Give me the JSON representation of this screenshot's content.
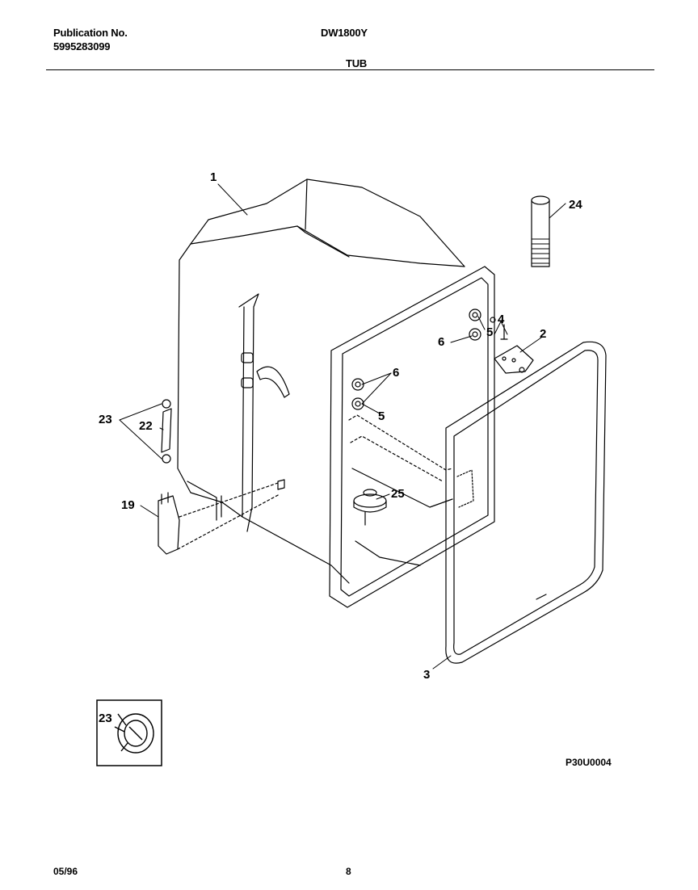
{
  "header": {
    "publication_label": "Publication No.",
    "publication_number": "5995283099",
    "model": "DW1800Y",
    "section_title": "TUB"
  },
  "callouts": {
    "c1": "1",
    "c2": "2",
    "c3": "3",
    "c4": "4",
    "c5_upper": "5",
    "c5_lower": "5",
    "c6_upper": "6",
    "c6_lower": "6",
    "c19": "19",
    "c22": "22",
    "c23": "23",
    "c24": "24",
    "c25": "25",
    "c23_inset": "23"
  },
  "figure_code": "P30U0004",
  "footer": {
    "date": "05/96",
    "page": "8"
  }
}
